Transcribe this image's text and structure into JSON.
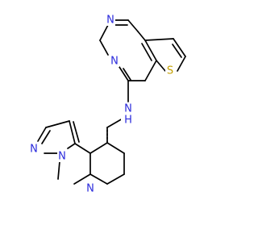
{
  "molecule": {
    "atoms": {
      "thieno_n_top": {
        "symbol": "N",
        "color": "#2b2bdc"
      },
      "thieno_n_left": {
        "symbol": "N",
        "color": "#2b2bdc"
      },
      "thiophene_s": {
        "symbol": "S",
        "color": "#c4a000"
      },
      "amine_nh": {
        "symbol": "N",
        "h_label": "H",
        "color": "#2b2bdc"
      },
      "pyrazole_n_top": {
        "symbol": "N",
        "color": "#2b2bdc"
      },
      "pyrazole_n_methyl": {
        "symbol": "N",
        "color": "#2b2bdc"
      },
      "piperidine_n": {
        "symbol": "N",
        "color": "#2b2bdc"
      }
    },
    "bond_color": "#000000"
  }
}
